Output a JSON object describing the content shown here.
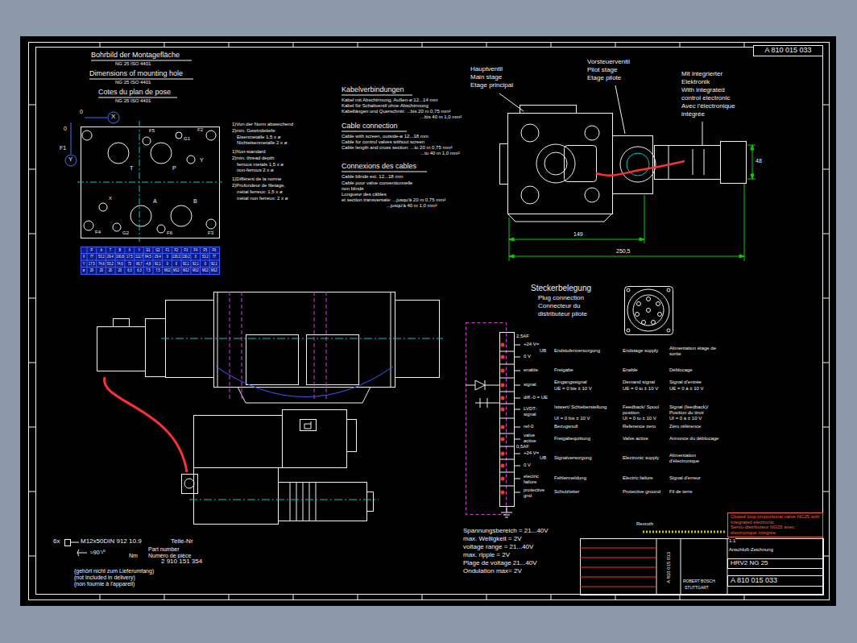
{
  "diagram": {
    "nodes": [
      {
        "text": [
          "A 810 015 033"
        ]
      },
      {
        "text": [
          "Closed loop proportional valve NG25 with integrated electronic",
          "Servo-distributeur NG25 avec électronique intégrée"
        ]
      },
      {
        "text": [
          "HRV2 NG 25"
        ]
      },
      {
        "text": [
          "A 810 015 033"
        ]
      }
    ],
    "labels": [
      "Bohrbild der Montagefläche",
      "NG 25 ISO 4401",
      "Dimensions of mounting hole",
      "NG 25 ISO 4401",
      "Cotes du plan de pose",
      "NG 25 ISO 4401",
      "X",
      "0",
      "F1",
      "F5",
      "G1",
      "F2",
      "T",
      "P",
      "Y",
      "0",
      "Y",
      "X",
      "A",
      "B",
      "F4",
      "G2",
      "F6",
      "F3",
      "1)Von der Norm abweichend",
      "2)min. Gewindetiefe:",
      "Eisenmetalle 1,5 x ø",
      "Nichteisenmetalle 2 x ø",
      "1)Non-standard",
      "2)min. thread depth:",
      "ferrous metals 1,5 x ø",
      "non-ferrous 2 x ø",
      "1)Différent de la norme",
      "2)Profondeur de filetage,",
      "métal ferreux: 1,5 x ø",
      "métal non ferreux: 2 x ø",
      "P",
      "A",
      "T",
      "B",
      "X",
      "Y",
      "G1",
      "G2",
      "F1",
      "F2",
      "F3",
      "F4",
      "F5",
      "F6",
      "X",
      "77",
      "53,2",
      "29,4",
      "100,8",
      "17,5",
      "112,7",
      "94,5",
      "29,4",
      "0",
      "130,2",
      "130,2",
      "0",
      "53,2",
      "77",
      "Y",
      "17,5",
      "74,6",
      "53,2",
      "74,6",
      "73",
      "66,7",
      "-4,8",
      "92,1",
      "0",
      "0",
      "92,1",
      "92,1",
      "0",
      "92,1",
      "ø",
      "20",
      "20",
      "20",
      "20",
      "6,3",
      "6,3",
      "7,5",
      "7,5",
      "M12",
      "M12",
      "M12",
      "M12",
      "M12",
      "M12",
      "Kabelverbindungen",
      "Kabel mit Abschirmung, Außen-ø 12...14 mm",
      "Kabel für Schaltventil ohne Abschirmung",
      "Kabellängen und Querschnitt: ...bis 20 m 0,75 mm²",
      "...bis 40 m 1,0 mm²",
      "Cable connection",
      "Cable with screen, outside-ø 12...18 mm",
      "Cable for control valves without screen",
      "Cable length and cross section: ...to 20 m 0,75 mm²",
      "...to 40 m 1,0 mm²",
      "Connexions des cables",
      "Cable blindé ext. 12...18 mm",
      "Cable pour valve conventionnelle",
      "non blindé",
      "Longueur des câbles",
      "et section transversale: ...jusqu'à 20 m 0,75 mm²",
      "...jusqu'à 40 m 1,0 mm²",
      "Hauptventil",
      "Main stage",
      "Etage principal",
      "Vorsteuerventil",
      "Pilot stage",
      "Etage pilote",
      "Mit integrierter",
      "Elektronik",
      "With integrated",
      "control electronic",
      "Avec l'électronique",
      "intégrée",
      "149",
      "250,5",
      "48",
      "Steckerbelegung",
      "Plug connection",
      "Connecteur du",
      "distributeur pilote",
      "2,5AF",
      "+24 V=",
      "0 V",
      "UB",
      "Endstufenversorgung",
      "Endstage supply",
      "Alimentation étage de sortie",
      "enable",
      "Freigabe",
      "Enable",
      "Déblocage",
      "signal",
      "Eingangssignal",
      "UE = 0 bis ± 10 V",
      "Demand signal",
      "UE = 0 to ± 10 V",
      "Signal d'entrée",
      "UE = 0 à ± 10 V",
      "diff.-0 = UE",
      "LVDT-signal",
      "Istwert/ Schieberstellung",
      "UI = 0 bis ± 10 V",
      "Feedback/ Spool position",
      "UI = 0 to ± 10 V",
      "Signal (feedback)/ Position du tiroir",
      "UI = 0 à ± 10 V",
      "ref-0",
      "Bezugsnull",
      "Reference zero",
      "Zéro référence",
      "valve active",
      "Freigabequittung",
      "Valve active",
      "Annonce du déblocage",
      "0,5AF",
      "+24 V=",
      "0 V",
      "UB",
      "Signalversorgung",
      "Electronic supply",
      "Alimentation d'électronique",
      "electric failure",
      "Fehlermeldung",
      "Electric failure",
      "Signal d'erreur",
      "protective gnd",
      "Schutzleiter",
      "Protective ground",
      "Fil de terre",
      "Spannungsbereich = 21...40V",
      "max. Welligkeit = 2V",
      "voltage range = 21...40V",
      "max. ripple = 2V",
      "Plage de voltage 21...40V",
      "Ondulation max= 2V",
      "6x",
      "M12x50DIN 912 10.9",
      "Teile-Nr",
      "Part number",
      "Numéro de pièce",
      "≈90⁺¹⁰",
      "Nm",
      "2 910 151 354",
      "(gehört nicht zum Lieferumfang)",
      "(not included in delivery)",
      "(non fournie à l'appareil)",
      "Rexroth",
      "1:1",
      "Anschluß-Zeichnung",
      "ROBERT BOSCH",
      "STUTTGART",
      "A 810 015 033"
    ]
  }
}
